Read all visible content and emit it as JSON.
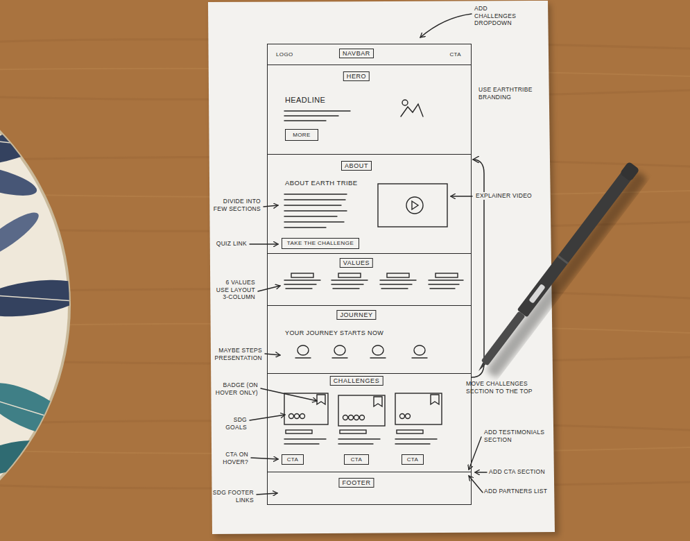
{
  "diagram": {
    "nodes": [
      {
        "text": [
          "NAVBAR",
          "LOGO",
          "CTA"
        ]
      },
      {
        "text": [
          "HERO",
          "HEADLINE"
        ]
      },
      {
        "text": [
          "MORE"
        ],
        "in": 1
      },
      {
        "text": [
          "ABOUT",
          "ABOUT EARTH TRIBE"
        ]
      },
      {
        "text": [
          "TAKE THE CHALLENGE"
        ],
        "in": 3
      },
      {
        "text": [
          "VALUES"
        ]
      },
      {
        "text": [
          "JOURNEY",
          "YOUR JOURNEY STARTS NOW"
        ]
      },
      {
        "text": [
          "CHALLENGES"
        ]
      },
      {
        "text": [
          "CTA"
        ],
        "in": 7
      },
      {
        "text": [
          "CTA"
        ],
        "in": 7
      },
      {
        "text": [
          "CTA"
        ],
        "in": 7
      },
      {
        "text": [
          "FOOTER"
        ]
      }
    ],
    "edges": [
      {
        "from": 7,
        "to": 3,
        "arrow": "to"
      }
    ],
    "labels": [
      "ADD CHALLENGES DROPDOWN",
      "USE EARTHTRIBE BRANDING",
      "DIVIDE INTO FEW SECTIONS",
      "EXPLAINER VIDEO",
      "QUIZ LINK",
      "6 VALUES USE LAYOUT 3-COLUMN",
      "MAYBE STEPS PRESENTATION",
      "MOVE CHALLENGES SECTION TO THE TOP",
      "BADGE (ON HOVER ONLY)",
      "SDG GOALS",
      "ADD TESTIMONIALS SECTION",
      "CTA ON HOVER?",
      "ADD CTA SECTION",
      "ADD PARTNERS LIST",
      "SDG FOOTER LINKS"
    ]
  }
}
